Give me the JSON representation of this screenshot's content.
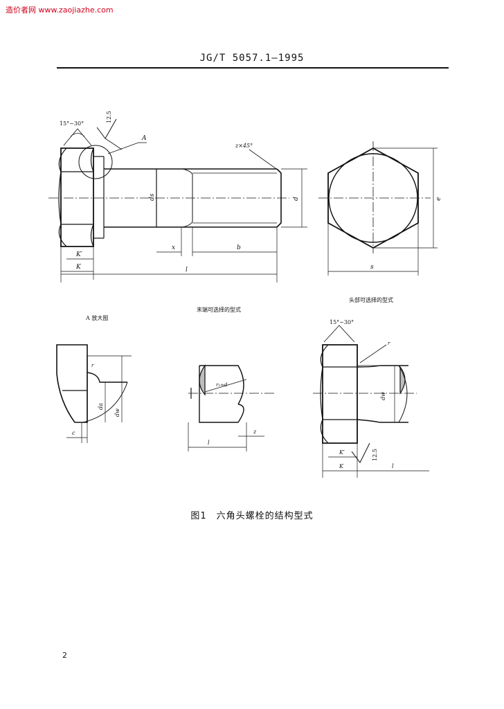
{
  "watermark": "造价者网 www.zaojiazhe.com",
  "header": {
    "standard_code": "JG/T 5057.1—1995"
  },
  "figure": {
    "labels": {
      "angle_main": "15°~30°",
      "roughness_main": "12.5",
      "detail_ref": "A",
      "chamfer": "z×45°",
      "ds": "ds",
      "d": "d",
      "e": "e",
      "s": "s",
      "x": "x",
      "b": "b",
      "k_prime": "K′",
      "k": "K",
      "l": "l",
      "enlarged_title": "A 放大图",
      "r_small": "r",
      "c": "c",
      "da": "da",
      "dw": "dw",
      "end_title": "末端可选择的型式",
      "rad": "r₂≈d",
      "z": "z",
      "l2": "l",
      "head_title": "头部可选择的型式",
      "angle_head": "15°~30°",
      "r_head": "r",
      "dw_head": "dw",
      "roughness_head": "12.5",
      "k_prime_head": "K′",
      "k_head": "K",
      "l_head": "l"
    },
    "caption": "图1　六角头螺栓的结构型式"
  },
  "footer": {
    "page_number": "2"
  }
}
